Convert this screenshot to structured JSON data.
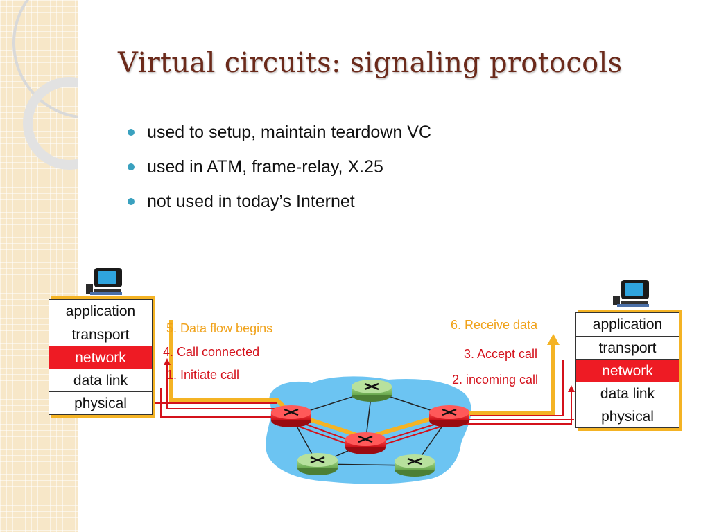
{
  "slide": {
    "title": "Virtual circuits: signaling protocols",
    "bullets": [
      "used to setup, maintain  teardown VC",
      "used in ATM, frame-relay, X.25",
      "not used in today’s Internet"
    ]
  },
  "left_host": {
    "layers": [
      "application",
      "transport",
      "network",
      "data link",
      "physical"
    ]
  },
  "right_host": {
    "layers": [
      "application",
      "transport",
      "network",
      "data link",
      "physical"
    ]
  },
  "annotations": {
    "data_flow_begins": "5. Data flow begins",
    "call_connected": "4. Call connected",
    "initiate_call": "1. Initiate call",
    "receive_data": "6. Receive data",
    "accept_call": "3. Accept call",
    "incoming_call": "2. incoming call"
  },
  "colors": {
    "title": "#6b2a1b",
    "bullet": "#3aa1bf",
    "network_layer": "#ee1b24",
    "data_path": "#f4b324",
    "signal_path": "#d4111b",
    "cloud": "#6cc4f2",
    "router_active": "#e4151e",
    "router_idle": "#8cc56a"
  },
  "icons": [
    "computer-icon",
    "router-icon"
  ]
}
